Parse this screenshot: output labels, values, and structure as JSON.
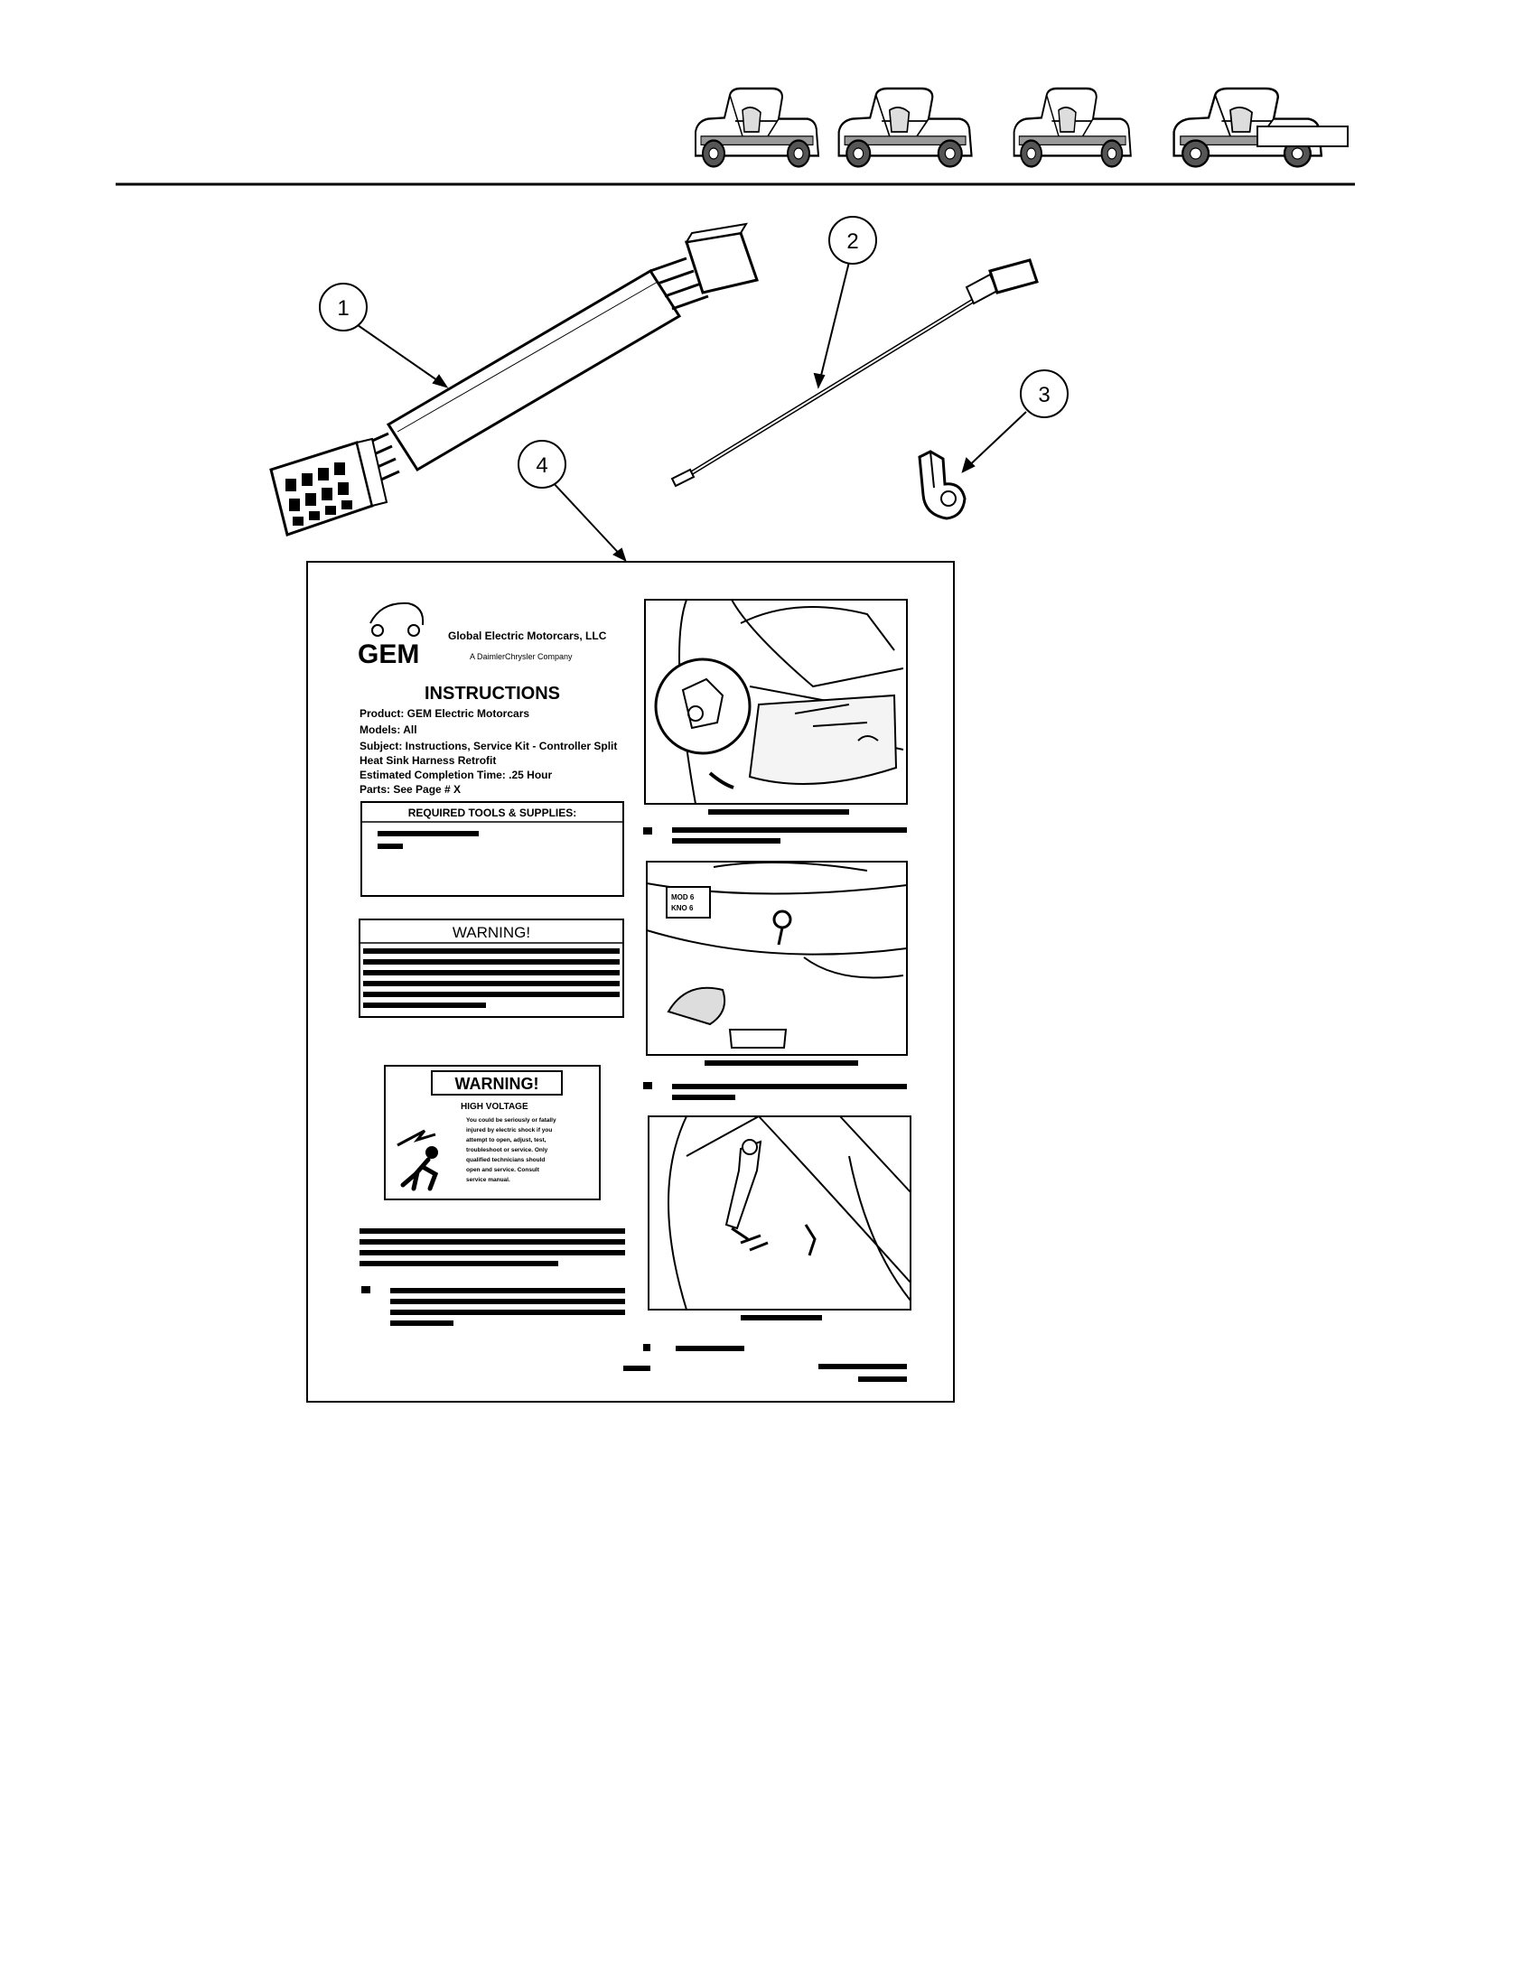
{
  "callouts": [
    "1",
    "2",
    "3",
    "4"
  ],
  "sheet": {
    "company": "Global Electric Motorcars, LLC",
    "tagline": "A DaimlerChrysler Company",
    "logo_text": "GEM",
    "heading": "INSTRUCTIONS",
    "lines": [
      "Product: GEM Electric Motorcars",
      "Models: All",
      "Subject: Instructions, Service Kit - Controller Split",
      "Heat Sink Harness Retrofit",
      "Estimated Completion Time: .25 Hour",
      "Parts: See Page # X"
    ],
    "tools_heading": "REQUIRED TOOLS & SUPPLIES:",
    "warning_heading": "WARNING!",
    "hv_warning": {
      "heading": "WARNING!",
      "subheading": "HIGH VOLTAGE",
      "lines": [
        "You could be seriously or fatally",
        "injured by electric shock if you",
        "attempt to open, adjust, test,",
        "troubleshoot or service. Only",
        "qualified technicians should",
        "open and service. Consult",
        "service manual."
      ]
    },
    "photo2_tag": [
      "MOD 6",
      "KNO 6"
    ]
  }
}
